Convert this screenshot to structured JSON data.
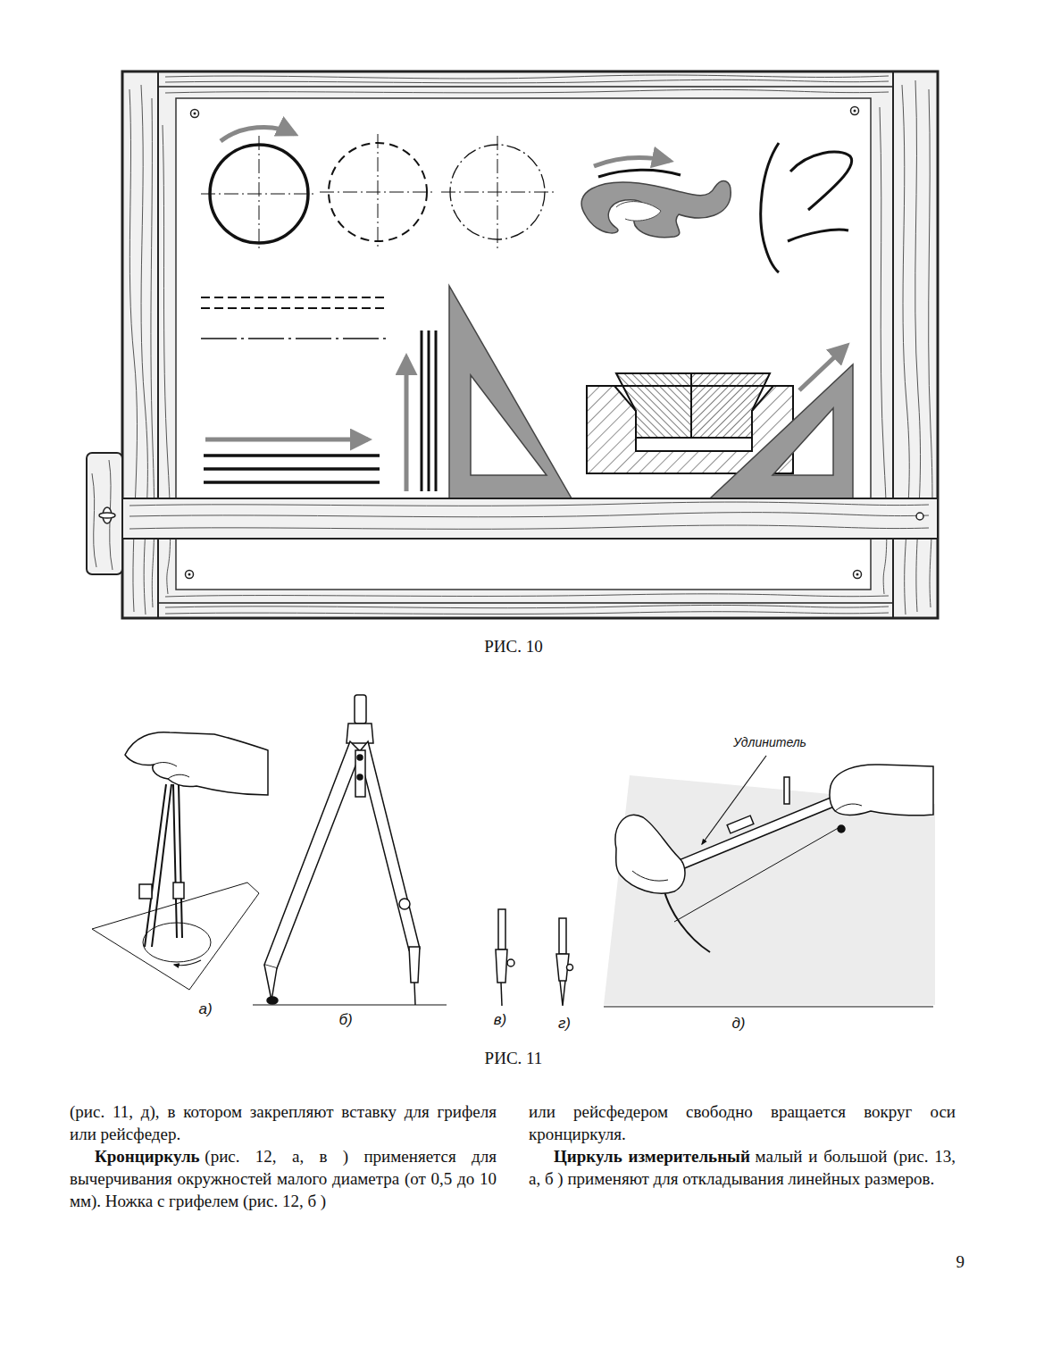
{
  "diagram": {
    "labels": [
      "РИС. 10",
      "Удлинитель",
      "а)",
      "б)",
      "в)",
      "г)",
      "д)",
      "РИС. 11",
      "(рис. 11, д), в котором закрепляют вставку для грифеля или рейсфедер.",
      "Кронциркуль",
      "(рис. 12, а, в ) применяется для вычерчивания окружностей малого диаметра (от 0,5 до 10 мм). Ножка с грифелем (рис. 12, б )",
      "или рейсфедером свободно вращается вокруг оси кронциркуля.",
      "Циркуль измерительный",
      "малый и большой (рис. 13, а, б ) применяют для откладывания линейных размеров.",
      "9"
    ]
  }
}
